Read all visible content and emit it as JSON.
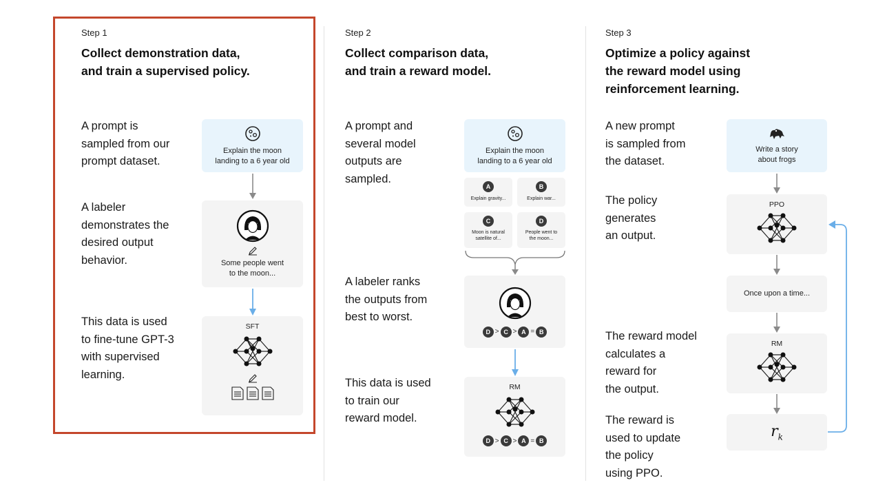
{
  "steps": [
    {
      "label": "Step 1",
      "title_line1": "Collect demonstration data,",
      "title_line2": "and train a supervised policy.",
      "descs": [
        [
          "A prompt is",
          "sampled from our",
          "prompt dataset."
        ],
        [
          "A labeler",
          "demonstrates the",
          "desired output",
          "behavior."
        ],
        [
          "This data is used",
          "to fine-tune GPT-3",
          "with supervised",
          "learning."
        ]
      ],
      "prompt_card": [
        "Explain the moon",
        "landing to a 6 year old"
      ],
      "output_card": [
        "Some people went",
        "to the moon..."
      ],
      "model_label": "SFT"
    },
    {
      "label": "Step 2",
      "title_line1": "Collect comparison data,",
      "title_line2": "and train a reward model.",
      "descs": [
        [
          "A prompt and",
          "several model",
          "outputs are",
          "sampled."
        ],
        [
          "A labeler ranks",
          "the outputs from",
          "best to worst."
        ],
        [
          "This data is used",
          "to train our",
          "reward model."
        ]
      ],
      "prompt_card": [
        "Explain the moon",
        "landing to a 6 year old"
      ],
      "options": [
        {
          "letter": "A",
          "text": [
            "Explain gravity..."
          ]
        },
        {
          "letter": "B",
          "text": [
            "Explain war..."
          ]
        },
        {
          "letter": "C",
          "text": [
            "Moon is natural",
            "satellite of..."
          ]
        },
        {
          "letter": "D",
          "text": [
            "People went to",
            "the moon..."
          ]
        }
      ],
      "ranking": [
        "D",
        ">",
        "C",
        ">",
        "A",
        "=",
        "B"
      ],
      "model_label": "RM"
    },
    {
      "label": "Step 3",
      "title_line1": "Optimize a policy against",
      "title_line2": "the reward model using",
      "title_line3": "reinforcement learning.",
      "descs": [
        [
          "A new prompt",
          "is sampled from",
          "the dataset."
        ],
        [
          "The policy",
          "generates",
          "an output."
        ],
        [
          "The reward model",
          "calculates a",
          "reward for",
          "the output."
        ],
        [
          "The reward is",
          "used to update",
          "the policy",
          "using PPO."
        ]
      ],
      "prompt_card": [
        "Write a story",
        "about frogs"
      ],
      "policy_label": "PPO",
      "output_text": "Once upon a time...",
      "rm_label": "RM",
      "reward_symbol": "r",
      "reward_subscript": "k"
    }
  ],
  "colors": {
    "highlight": "#c4472c",
    "blue_card": "#e8f4fc",
    "grey_card": "#f4f4f4",
    "blue_arrow": "#6aaee8",
    "grey_arrow": "#8a8a8a"
  }
}
